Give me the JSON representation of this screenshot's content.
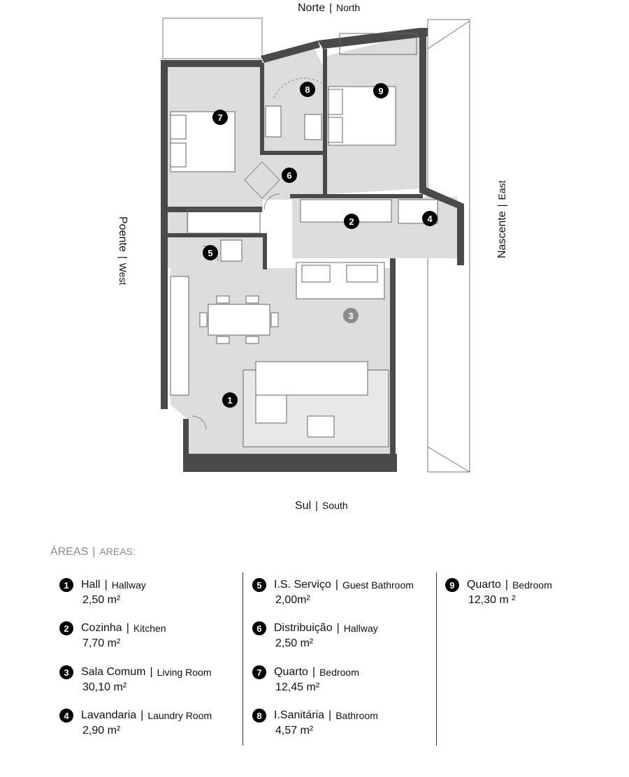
{
  "orientation": {
    "north": {
      "pt": "Norte",
      "en": "North"
    },
    "south": {
      "pt": "Sul",
      "en": "South"
    },
    "west": {
      "pt": "Poente",
      "en": "West"
    },
    "east": {
      "pt": "Nascente",
      "en": "East"
    }
  },
  "plan_marker_labels": [
    "1",
    "2",
    "3",
    "4",
    "5",
    "6",
    "7",
    "8",
    "9"
  ],
  "areas_title": {
    "pt": "ÁREAS",
    "en": "AREAS:"
  },
  "rooms": [
    {
      "num": "1",
      "pt": "Hall",
      "en": "Hallway",
      "area": "2,50 m²"
    },
    {
      "num": "2",
      "pt": "Cozinha",
      "en": "Kitchen",
      "area": "7,70 m²"
    },
    {
      "num": "3",
      "pt": "Sala Comum",
      "en": "Living Room",
      "area": "30,10 m²"
    },
    {
      "num": "4",
      "pt": "Lavandaria",
      "en": "Laundry Room",
      "area": "2,90 m²"
    },
    {
      "num": "5",
      "pt": "I.S. Serviço",
      "en": "Guest Bathroom",
      "area": "2,00m²"
    },
    {
      "num": "6",
      "pt": "Distribuição",
      "en": "Hallway",
      "area": "2,50  m²"
    },
    {
      "num": "7",
      "pt": "Quarto",
      "en": "Bedroom",
      "area": "12,45 m²"
    },
    {
      "num": "8",
      "pt": "I.Sanitária",
      "en": "Bathroom",
      "area": "4,57 m²"
    },
    {
      "num": "9",
      "pt": "Quarto",
      "en": "Bedroom",
      "area": "12,30 m ²"
    }
  ],
  "colors": {
    "floor": "#dcdcdc",
    "wall": "#4a4a4a",
    "marker": "#000000",
    "marker_living": "#8a8a8a",
    "text_muted": "#8a8a8a"
  }
}
